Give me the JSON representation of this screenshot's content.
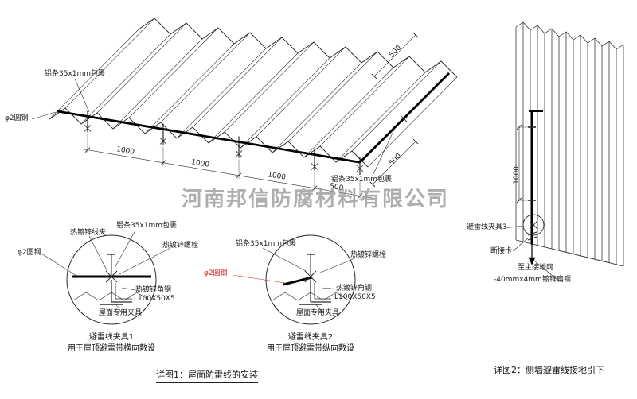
{
  "watermark": "河南邦信防腐材料有限公司",
  "colors": {
    "accent_red": "#cc2222",
    "line": "#2a2a2a"
  },
  "roof": {
    "al_strip_top": "铝条35x1mm包裹",
    "round_steel": "φ2圆钢",
    "al_strip_bottom": "铝条35x1mm包裹",
    "dims_bottom": [
      "1000",
      "1000",
      "1000",
      "500"
    ],
    "dim_right": "500",
    "dim_top_right": "500"
  },
  "detail1": {
    "title": "避雷线夹具1",
    "subtitle": "用于屋顶避雷带横向敷设",
    "labels": {
      "wire_clip": "热镀锌线夹",
      "al_strip": "铝条35x1mm包裹",
      "bolt": "热镀锌螺栓",
      "round_steel": "φ2圆钢",
      "angle_steel": "热镀锌角钢",
      "angle_spec": "L100X50X5",
      "roof_clamp": "屋面专用夹具"
    }
  },
  "detail2": {
    "title": "避雷线夹具2",
    "subtitle": "用于屋顶避雷带纵向敷设",
    "labels": {
      "al_strip": "铝条35x1mm包裹",
      "bolt": "热镀锌螺栓",
      "round_steel": "φ2圆钢",
      "angle_steel": "热镀锌角钢",
      "angle_spec": "L100X50X5",
      "roof_clamp": "屋面专用夹具"
    }
  },
  "wall": {
    "dim": "1000",
    "labels": {
      "clamp3": "避雷线夹具3",
      "disconnect": "断接卡",
      "to_ground": "至主接地网",
      "flat_steel": "-40mmx4mm镀锌扁钢"
    }
  },
  "captions": {
    "detail1": "详图1：屋面防雷线的安装",
    "detail2": "详图2：侧墙避雷线接地引下"
  }
}
